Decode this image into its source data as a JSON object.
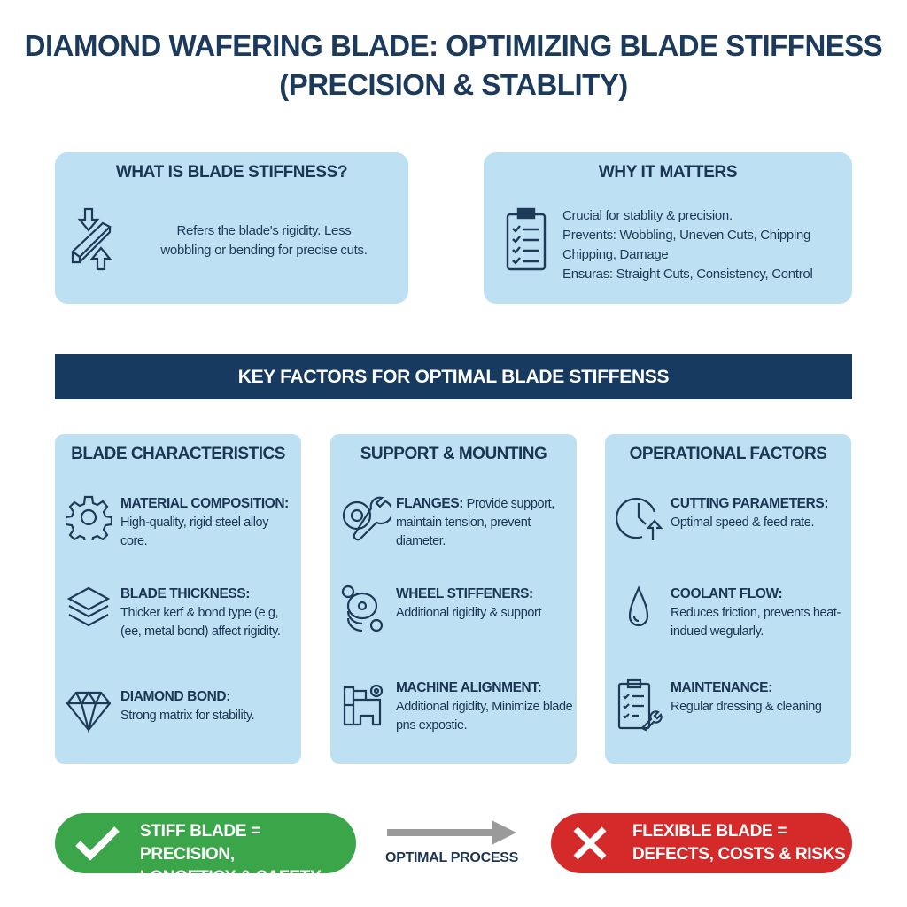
{
  "title": {
    "line1": "DIAMOND WAFERING BLADE: OPTIMIZING BLADE STIFFNESS",
    "line2": "(PRECISION & STABLITY)"
  },
  "what": {
    "heading": "WHAT IS BLADE STIFFNESS?",
    "line1": "Refers the blade's rigidity. Less",
    "line2": "wobbling or bending for precise cuts.",
    "icon": "beam-bending-icon"
  },
  "why": {
    "heading": "WHY IT MATTERS",
    "lines": [
      "Crucial for stablity & precision.",
      "Prevents: Wobbling, Uneven Cuts, Chipping",
      "Chipping, Damage",
      "Ensuras: Straight Cuts, Consistency, Control"
    ],
    "icon": "clipboard-checklist-icon"
  },
  "banner": "KEY FACTORS FOR OPTIMAL BLADE STIFFENSS",
  "columns": [
    {
      "heading": "BLADE CHARACTERISTICS",
      "items": [
        {
          "title": "MATERIAL COMPOSITION:",
          "text": "High-quality, rigid steel alloy core.",
          "icon": "gear-icon"
        },
        {
          "title": "BLADE THICKNESS:",
          "text": "Thicker kerf & bond type (e.g, (ee, metal bond) affect rigidity.",
          "icon": "layers-icon"
        },
        {
          "title": "DIAMOND BOND:",
          "text": "Strong matrix for stability.",
          "icon": "diamond-icon"
        }
      ]
    },
    {
      "heading": "SUPPORT & MOUNTING",
      "items": [
        {
          "title": "FLANGES:",
          "text": "Provide support, maintain tension, prevent diameter.",
          "icon": "flange-wrench-icon"
        },
        {
          "title": "WHEEL STIFFENERS:",
          "text": "Additional rigidity & support",
          "icon": "wheel-stiffener-icon"
        },
        {
          "title": "MACHINE ALIGNMENT:",
          "text": "Additional rigidity, Minimize blade pns expostie.",
          "icon": "machine-icon"
        }
      ]
    },
    {
      "heading": "OPERATIONAL FACTORS",
      "items": [
        {
          "title": "CUTTING PARAMETERS:",
          "text": "Optimal speed & feed rate.",
          "icon": "clock-icon"
        },
        {
          "title": "COOLANT FLOW:",
          "text": "Reduces friction, prevents heat-indued wegularly.",
          "icon": "droplet-icon"
        },
        {
          "title": "MAINTENANCE:",
          "text": "Regular dressing & cleaning",
          "icon": "maintenance-clipboard-icon"
        }
      ]
    }
  ],
  "footer": {
    "good": {
      "line1": "STIFF BLADE = PRECISION,",
      "line2": "LONGETICY & SAFETY",
      "color": "#3ba549"
    },
    "arrow_label": "OPTIMAL PROCESS",
    "bad": {
      "line1": "FLEXIBLE BLADE =",
      "line2": "DEFECTS, COSTS & RISKS",
      "color": "#d42a2a"
    }
  }
}
